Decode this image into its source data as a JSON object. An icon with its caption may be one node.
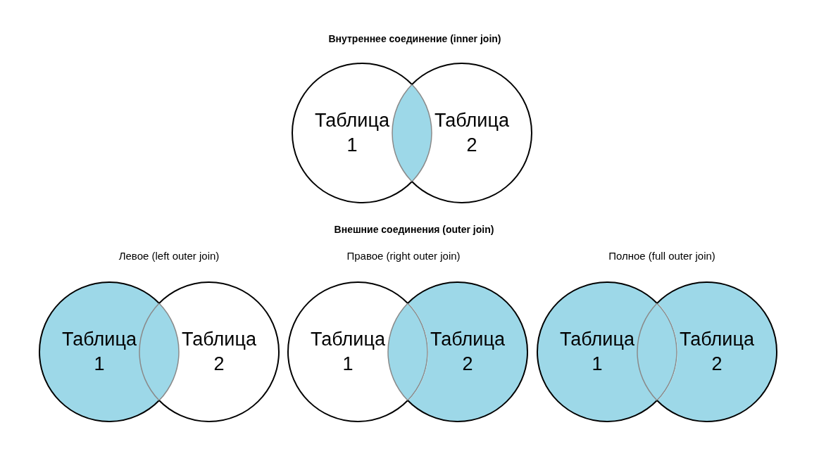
{
  "diagram": {
    "nodes": [
      {
        "text": [
          "Таблица 1"
        ]
      },
      {
        "text": [
          "Таблица 2"
        ]
      },
      {
        "text": [
          "Таблица 1"
        ]
      },
      {
        "text": [
          "Таблица 2"
        ]
      },
      {
        "text": [
          "Таблица 1"
        ]
      },
      {
        "text": [
          "Таблица 2"
        ]
      },
      {
        "text": [
          "Таблица 1"
        ]
      },
      {
        "text": [
          "Таблица 2"
        ]
      }
    ],
    "labels": [
      "Внутреннее соединение (inner join)",
      "Внешние соединения (outer join)",
      "Левое (left outer join)",
      "Правое (right outer join)",
      "Полное (full outer join)"
    ]
  }
}
